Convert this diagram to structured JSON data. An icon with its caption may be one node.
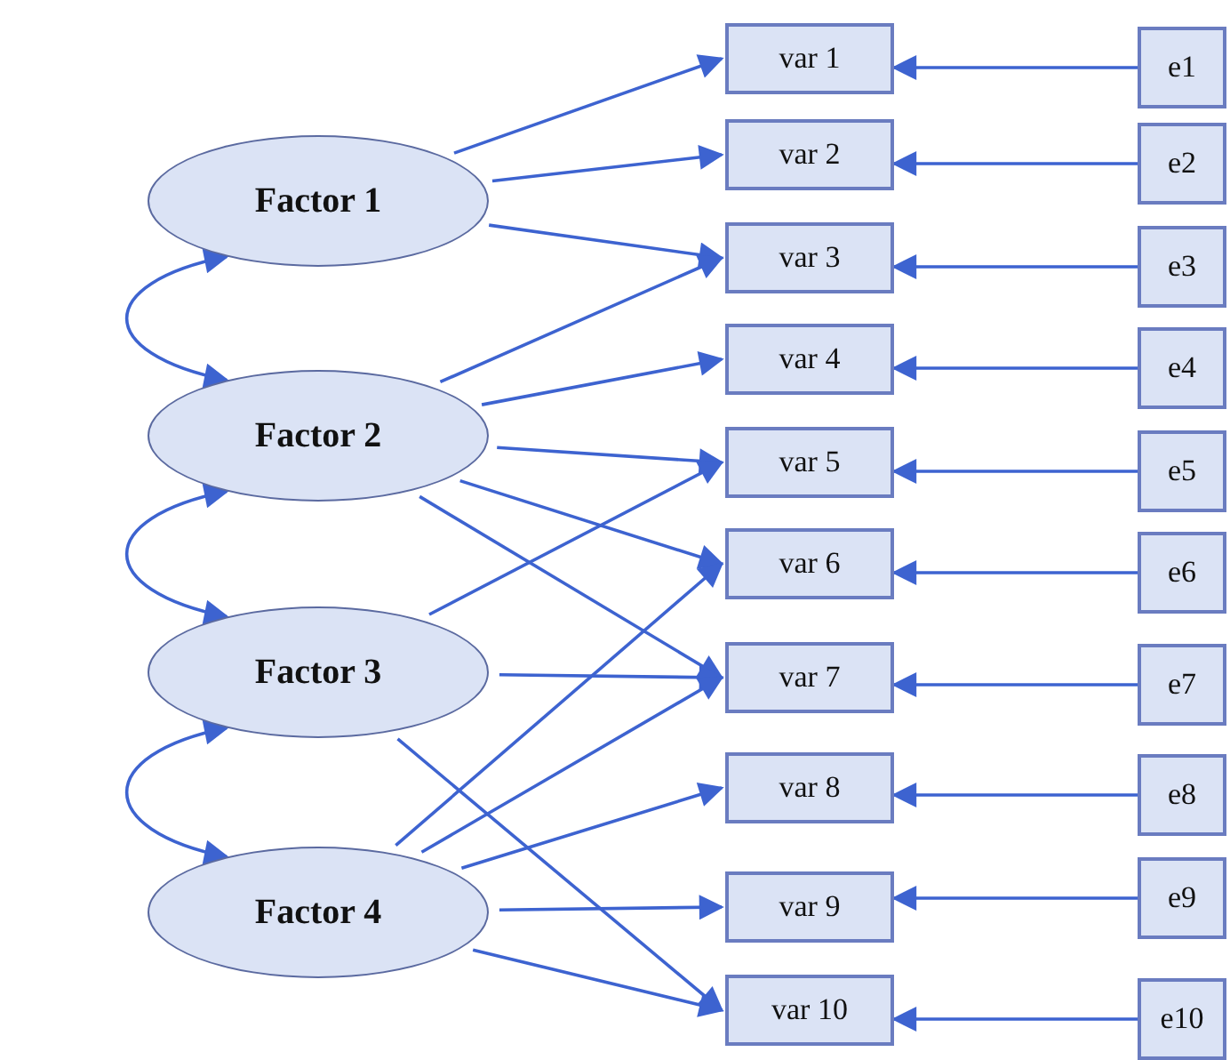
{
  "diagram": {
    "nodes": [
      {
        "text": [
          "Factor 1"
        ]
      },
      {
        "text": [
          "Factor 2"
        ]
      },
      {
        "text": [
          "Factor 3"
        ]
      },
      {
        "text": [
          "Factor 4"
        ]
      },
      {
        "text": [
          "var 1"
        ]
      },
      {
        "text": [
          "var 2"
        ]
      },
      {
        "text": [
          "var 3"
        ]
      },
      {
        "text": [
          "var 4"
        ]
      },
      {
        "text": [
          "var 5"
        ]
      },
      {
        "text": [
          "var 6"
        ]
      },
      {
        "text": [
          "var 7"
        ]
      },
      {
        "text": [
          "var 8"
        ]
      },
      {
        "text": [
          "var 9"
        ]
      },
      {
        "text": [
          "var 10"
        ]
      },
      {
        "text": [
          "e1"
        ]
      },
      {
        "text": [
          "e2"
        ]
      },
      {
        "text": [
          "e3"
        ]
      },
      {
        "text": [
          "e4"
        ]
      },
      {
        "text": [
          "e5"
        ]
      },
      {
        "text": [
          "e6"
        ]
      },
      {
        "text": [
          "e7"
        ]
      },
      {
        "text": [
          "e8"
        ]
      },
      {
        "text": [
          "e9"
        ]
      },
      {
        "text": [
          "e10"
        ]
      }
    ],
    "edges": [
      {
        "from": 0,
        "to": 1,
        "arrow": "both"
      },
      {
        "from": 1,
        "to": 2,
        "arrow": "both"
      },
      {
        "from": 2,
        "to": 3,
        "arrow": "both"
      },
      {
        "from": 0,
        "to": 4,
        "arrow": "to"
      },
      {
        "from": 0,
        "to": 5,
        "arrow": "to"
      },
      {
        "from": 0,
        "to": 6,
        "arrow": "to"
      },
      {
        "from": 1,
        "to": 6,
        "arrow": "to"
      },
      {
        "from": 1,
        "to": 7,
        "arrow": "to"
      },
      {
        "from": 1,
        "to": 8,
        "arrow": "to"
      },
      {
        "from": 1,
        "to": 9,
        "arrow": "to"
      },
      {
        "from": 1,
        "to": 10,
        "arrow": "to"
      },
      {
        "from": 2,
        "to": 8,
        "arrow": "to"
      },
      {
        "from": 2,
        "to": 10,
        "arrow": "to"
      },
      {
        "from": 2,
        "to": 13,
        "arrow": "to"
      },
      {
        "from": 3,
        "to": 9,
        "arrow": "to"
      },
      {
        "from": 3,
        "to": 10,
        "arrow": "to"
      },
      {
        "from": 3,
        "to": 11,
        "arrow": "to"
      },
      {
        "from": 3,
        "to": 12,
        "arrow": "to"
      },
      {
        "from": 3,
        "to": 13,
        "arrow": "to"
      },
      {
        "from": 14,
        "to": 4,
        "arrow": "to"
      },
      {
        "from": 15,
        "to": 5,
        "arrow": "to"
      },
      {
        "from": 16,
        "to": 6,
        "arrow": "to"
      },
      {
        "from": 17,
        "to": 7,
        "arrow": "to"
      },
      {
        "from": 18,
        "to": 8,
        "arrow": "to"
      },
      {
        "from": 19,
        "to": 9,
        "arrow": "to"
      },
      {
        "from": 20,
        "to": 10,
        "arrow": "to"
      },
      {
        "from": 21,
        "to": 11,
        "arrow": "to"
      },
      {
        "from": 22,
        "to": 12,
        "arrow": "to"
      },
      {
        "from": 23,
        "to": 13,
        "arrow": "to"
      }
    ]
  }
}
